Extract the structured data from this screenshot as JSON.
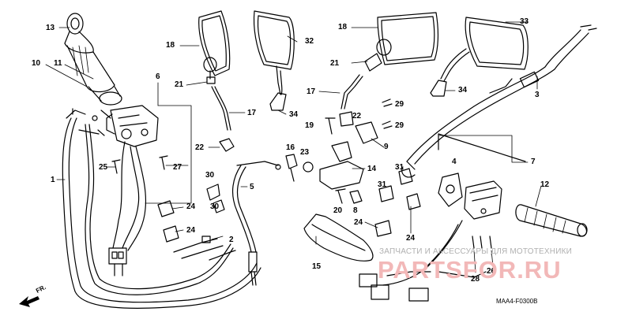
{
  "callouts": {
    "c1": "1",
    "c2": "2",
    "c3": "3",
    "c4": "4",
    "c5": "5",
    "c6": "6",
    "c7": "7",
    "c8": "8",
    "c9": "9",
    "c10": "10",
    "c11": "11",
    "c12": "12",
    "c13": "13",
    "c14": "14",
    "c15": "15",
    "c16": "16",
    "c17a": "17",
    "c17b": "17",
    "c18a": "18",
    "c18b": "18",
    "c19": "19",
    "c20": "20",
    "c21a": "21",
    "c21b": "21",
    "c22a": "22",
    "c22b": "22",
    "c23": "23",
    "c24a": "24",
    "c24b": "24",
    "c24c": "24",
    "c24d": "24",
    "c25": "25",
    "c26": "26",
    "c27": "27",
    "c28": "28",
    "c29a": "29",
    "c29b": "29",
    "c30a": "30",
    "c30b": "30",
    "c31a": "31",
    "c31b": "31",
    "c32": "32",
    "c33": "33",
    "c34a": "34",
    "c34b": "34"
  },
  "watermark": {
    "top_text": "ЗАПЧАСТИ И АКСЕССУАРЫ ДЛЯ МОТОТЕХНИКИ",
    "brand": "PARTSFOR.RU"
  },
  "diagram_code": "MAA4-F0300B",
  "front_indicator": "FR."
}
